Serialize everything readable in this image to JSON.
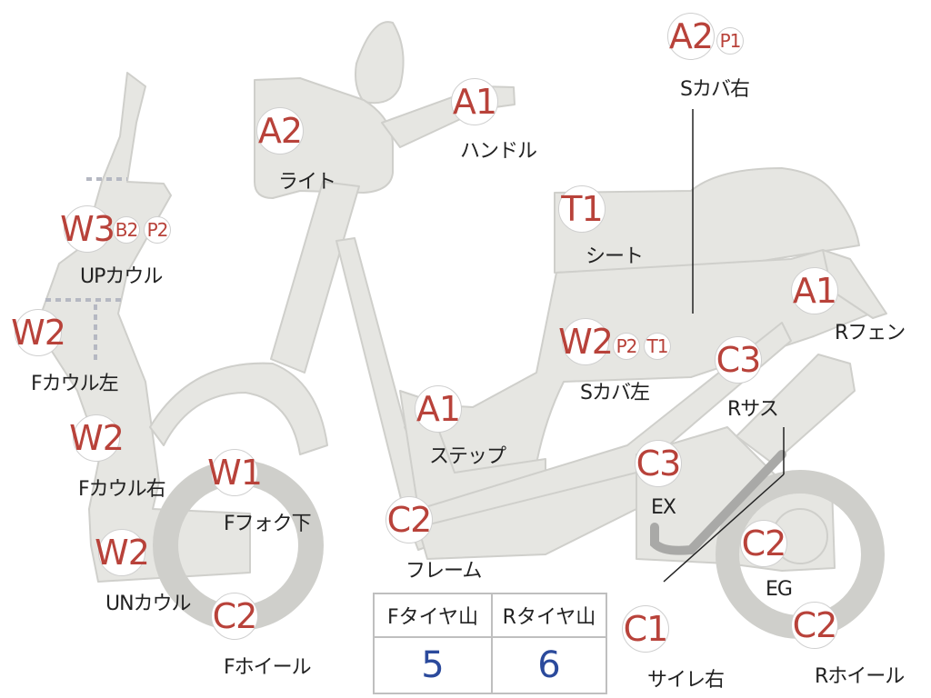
{
  "parts": [
    {
      "id": "light",
      "badges": [
        "A2"
      ],
      "label": "ライト"
    },
    {
      "id": "handle",
      "badges": [
        "A1"
      ],
      "label": "ハンドル"
    },
    {
      "id": "s-cover-right",
      "badges": [
        "A2",
        "P1"
      ],
      "label": "Sカバ右"
    },
    {
      "id": "up-cowl",
      "badges": [
        "W3",
        "B2",
        "P2"
      ],
      "label": "UPカウル"
    },
    {
      "id": "seat",
      "badges": [
        "T1"
      ],
      "label": "シート"
    },
    {
      "id": "r-fender",
      "badges": [
        "A1"
      ],
      "label": "Rフェン"
    },
    {
      "id": "f-cowl-left",
      "badges": [
        "W2"
      ],
      "label": "Fカウル左"
    },
    {
      "id": "s-cover-left",
      "badges": [
        "W2",
        "P2",
        "T1"
      ],
      "label": "Sカバ左"
    },
    {
      "id": "r-suspension",
      "badges": [
        "C3"
      ],
      "label": "Rサス"
    },
    {
      "id": "step",
      "badges": [
        "A1"
      ],
      "label": "ステップ"
    },
    {
      "id": "f-cowl-right",
      "badges": [
        "W2"
      ],
      "label": "Fカウル右"
    },
    {
      "id": "f-fork-lower",
      "badges": [
        "W1"
      ],
      "label": "Fフォク下"
    },
    {
      "id": "exhaust",
      "badges": [
        "C3"
      ],
      "label": "EX"
    },
    {
      "id": "frame",
      "badges": [
        "C2"
      ],
      "label": "フレーム"
    },
    {
      "id": "un-cowl",
      "badges": [
        "W2"
      ],
      "label": "UNカウル"
    },
    {
      "id": "engine",
      "badges": [
        "C2"
      ],
      "label": "EG"
    },
    {
      "id": "f-wheel",
      "badges": [
        "C2"
      ],
      "label": "Fホイール"
    },
    {
      "id": "silencer-right",
      "badges": [
        "C1"
      ],
      "label": "サイレ右"
    },
    {
      "id": "r-wheel",
      "badges": [
        "C2"
      ],
      "label": "Rホイール"
    }
  ],
  "tire_table": {
    "front_header": "Fタイヤ山",
    "rear_header": "Rタイヤ山",
    "front_value": "5",
    "rear_value": "6"
  },
  "colors": {
    "body_fill": "#e6e6e2",
    "body_stroke": "#cfcfcb",
    "badge_text": "#b8423a",
    "value_text": "#2b4a9c"
  }
}
